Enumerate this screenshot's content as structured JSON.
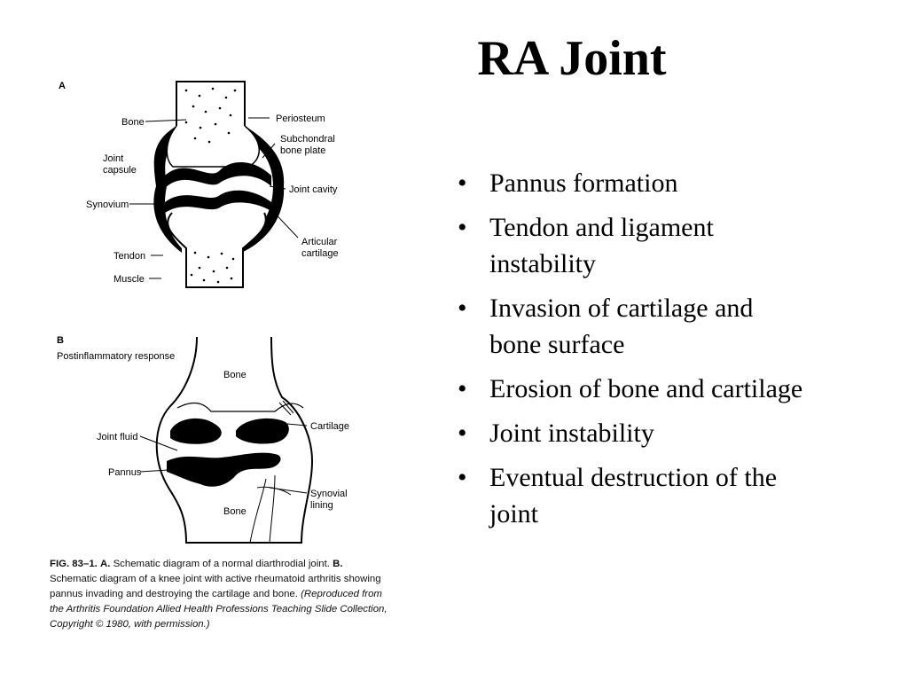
{
  "slide": {
    "title": "RA Joint",
    "bullets": [
      "Pannus formation",
      "Tendon and ligament instability",
      "Invasion of cartilage and bone surface",
      "Erosion of bone and cartilage",
      "Joint instability",
      "Eventual destruction of the joint"
    ]
  },
  "figure": {
    "panel_a": {
      "letter": "A",
      "labels": {
        "bone": "Bone",
        "joint_capsule_1": "Joint",
        "joint_capsule_2": "capsule",
        "synovium": "Synovium",
        "tendon": "Tendon",
        "muscle": "Muscle",
        "periosteum": "Periosteum",
        "subchondral_1": "Subchondral",
        "subchondral_2": "bone plate",
        "joint_cavity": "Joint cavity",
        "articular_1": "Articular",
        "articular_2": "cartilage"
      }
    },
    "panel_b": {
      "letter": "B",
      "heading": "Postinflammatory response",
      "labels": {
        "bone_top": "Bone",
        "cartilage": "Cartilage",
        "joint_fluid": "Joint fluid",
        "pannus": "Pannus",
        "synovial_1": "Synovial",
        "synovial_2": "lining",
        "bone_bottom": "Bone"
      }
    },
    "caption": {
      "fig_label": "FIG. 83–1.",
      "a_label": "A.",
      "a_text": "Schematic diagram of a normal diarthrodial joint.",
      "b_label": "B.",
      "b_text": "Schematic diagram of a knee joint with active rheumatoid arthritis showing pannus invading and destroying the cartilage and bone.",
      "credit": "(Reproduced from the Arthritis Foundation Allied Health Professions Teaching Slide Collection, Copyright © 1980, with permission.)"
    }
  }
}
